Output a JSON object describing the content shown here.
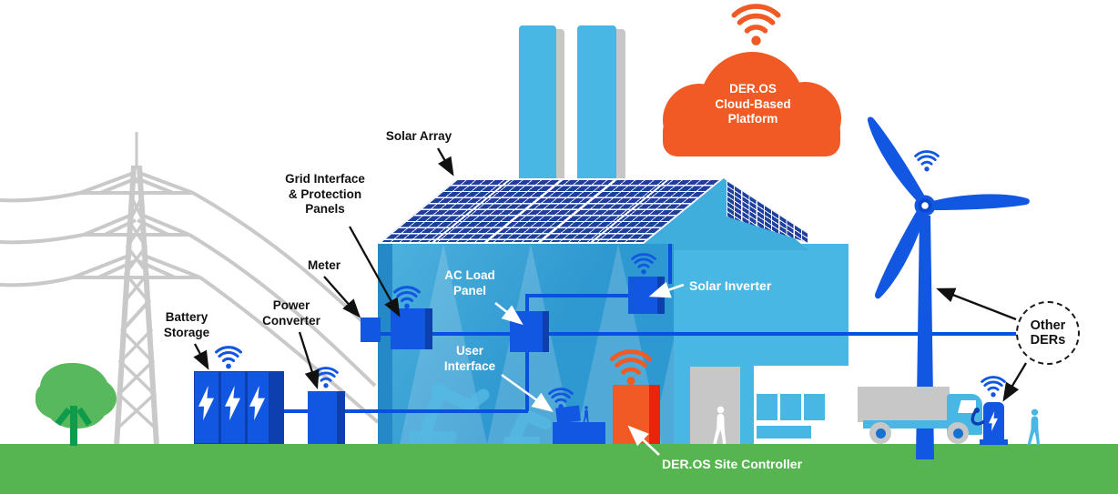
{
  "diagram_name": "DER.OS distributed energy resources site diagram",
  "labels": {
    "solar_array": "Solar Array",
    "grid_interface": [
      "Grid Interface",
      "& Protection",
      "Panels"
    ],
    "meter": "Meter",
    "power_converter": [
      "Power",
      "Converter"
    ],
    "battery_storage": [
      "Battery",
      "Storage"
    ],
    "ac_load_panel": [
      "AC Load",
      "Panel"
    ],
    "user_interface": [
      "User",
      "Interface"
    ],
    "solar_inverter": "Solar Inverter",
    "site_controller": "DER.OS Site Controller",
    "cloud": [
      "DER.OS",
      "Cloud-Based",
      "Platform"
    ],
    "other_ders": [
      "Other",
      "DERs"
    ]
  },
  "icons": {
    "wifi": "wifi signal arcs with dot",
    "lightning": "lightning bolt on battery cells and EV charger",
    "cloud": "orange cloud platform",
    "wind_turbine": "three-blade wind turbine",
    "transmission_tower": "lattice high-voltage tower",
    "robot_arm": "factory robot arm silhouette",
    "person": "walking person silhouette",
    "truck": "delivery truck at EV charging station",
    "tree": "tree"
  },
  "colors": {
    "orange": "#F15A24",
    "red": "#E8250C",
    "devblue": "#1257E2",
    "lineblue": "#0A50E0",
    "navy": "#0D3FAE",
    "facade1": "#2E98D0",
    "facade2": "#4FB2DE",
    "facadeEdge": "#2489C6",
    "annex": "#49B7E3",
    "annex2": "#3FAEDC",
    "panel": "#1E3F9C",
    "gray": "#C7C7C7",
    "green": "#56B551",
    "tree": "#58B85E",
    "trunk": "#0E9B4C"
  }
}
